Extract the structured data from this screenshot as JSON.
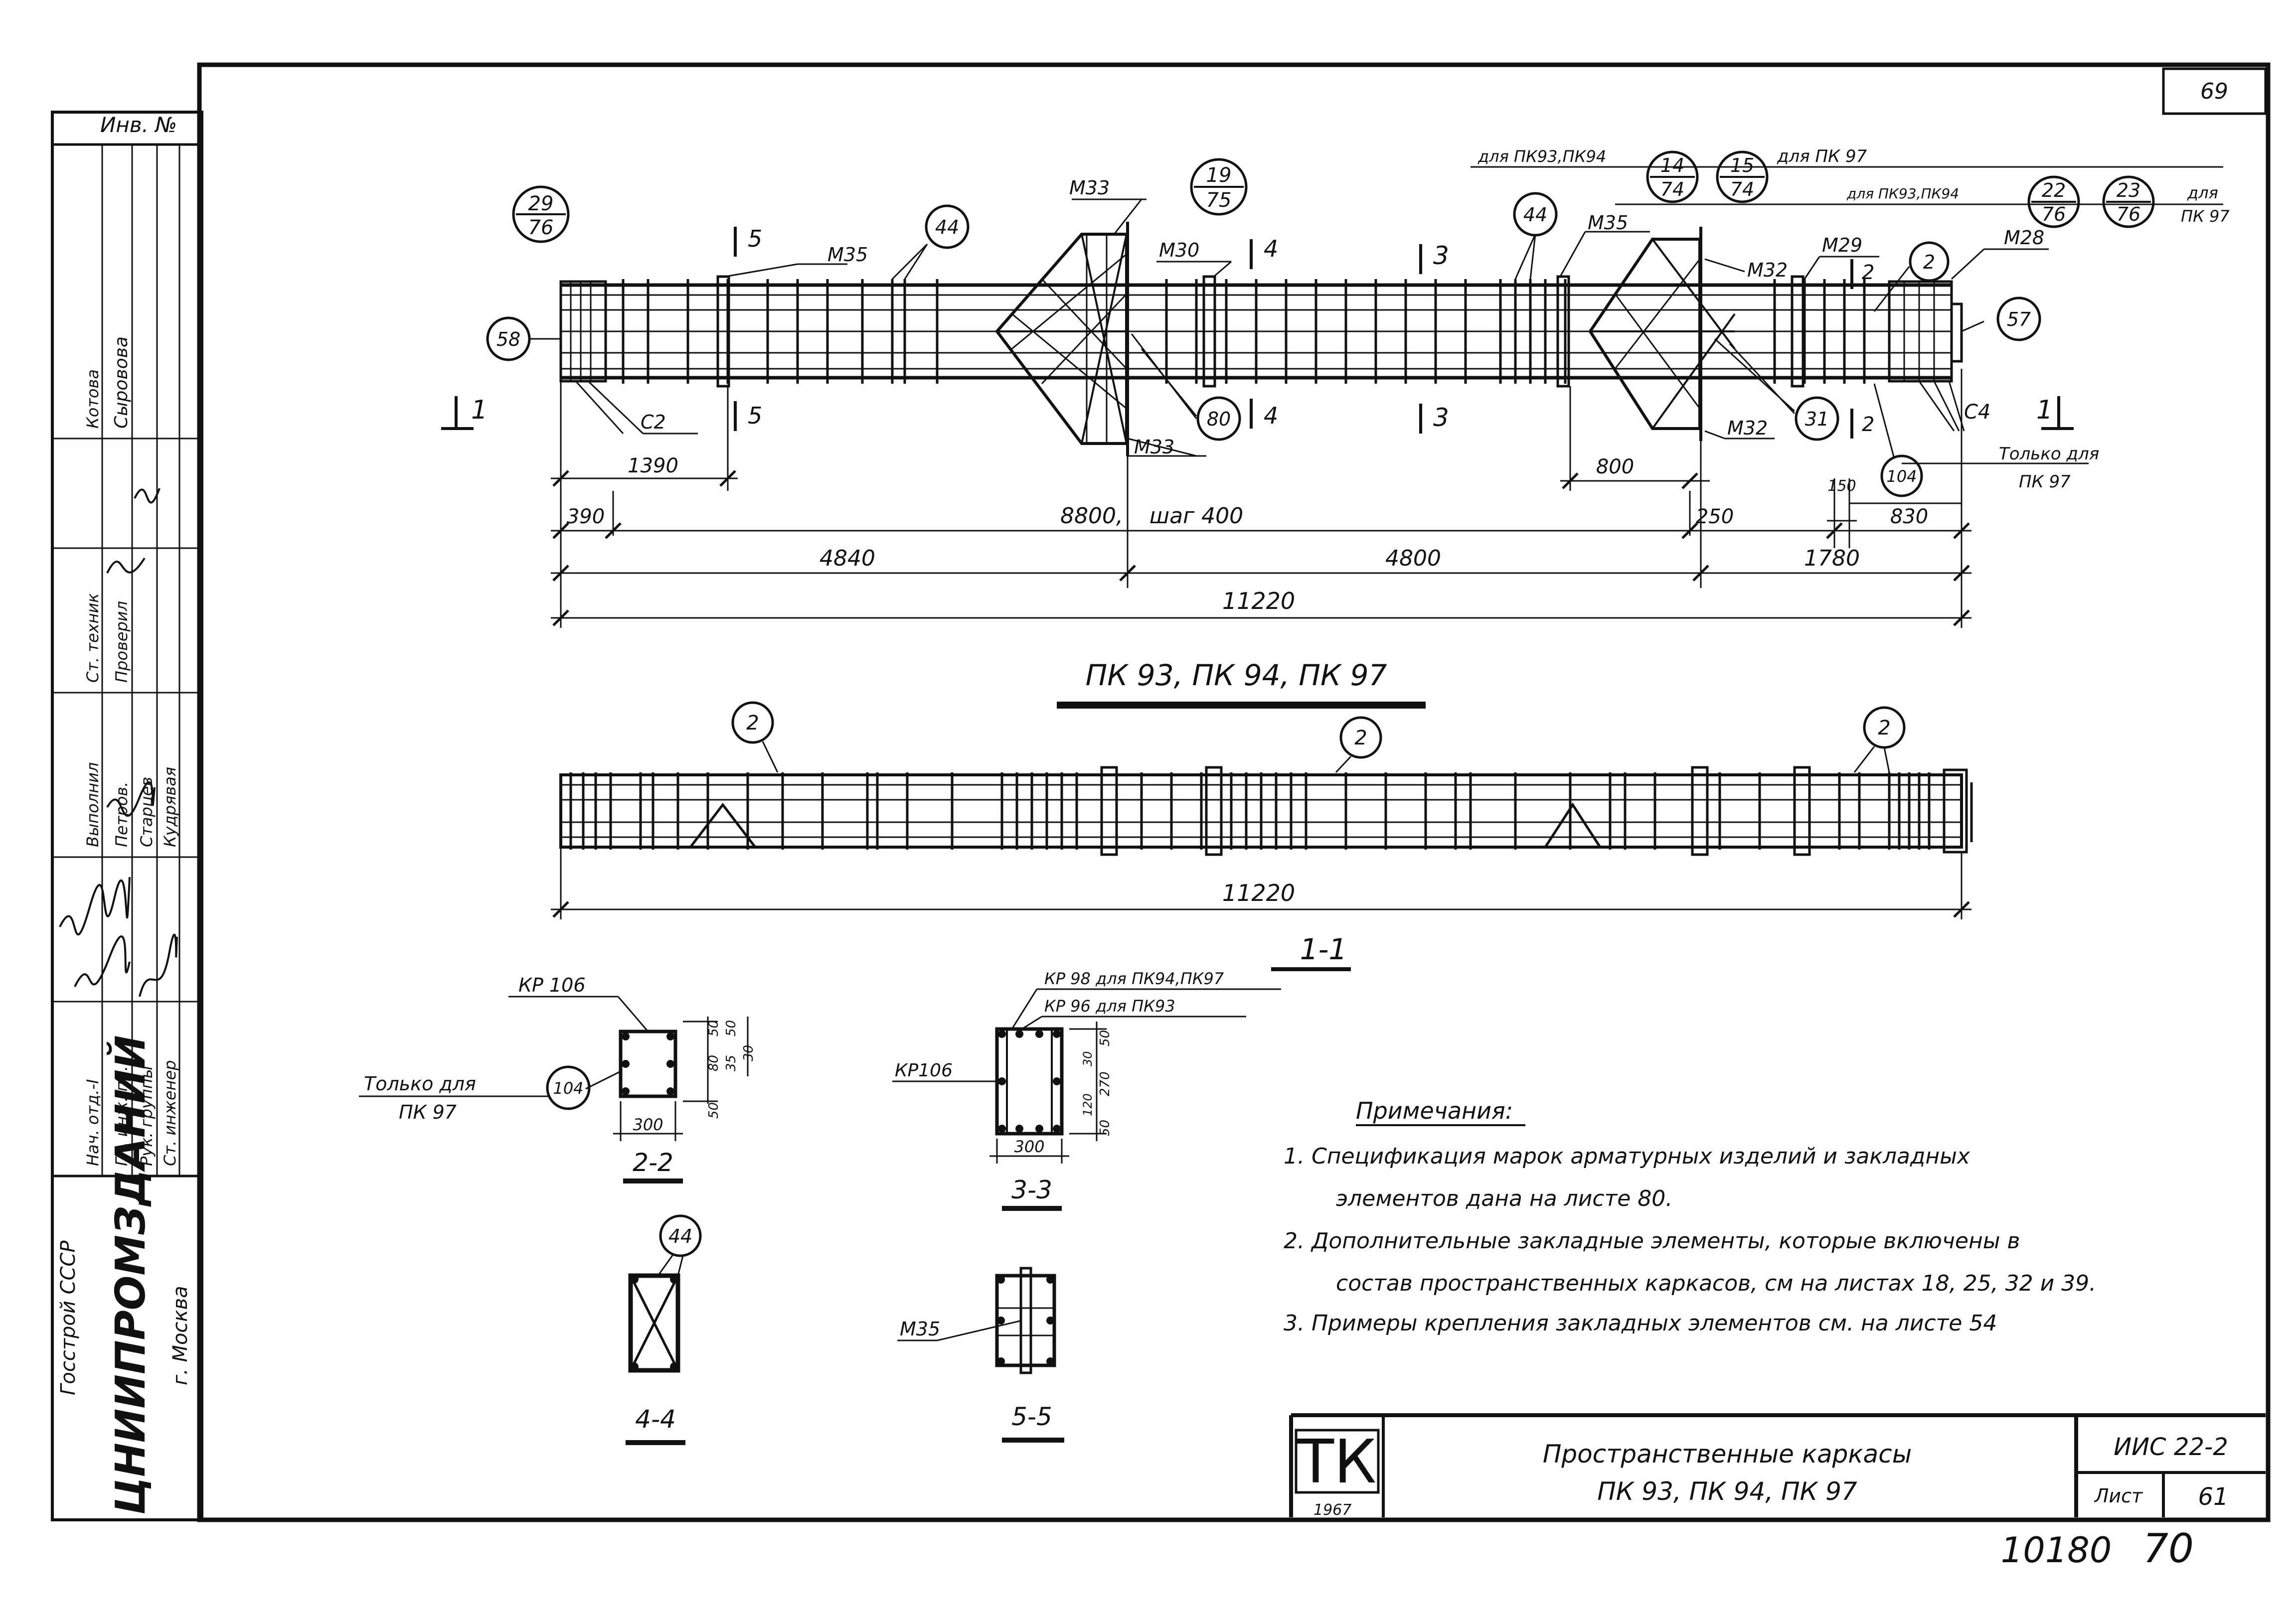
{
  "sheet": {
    "page_no": "69",
    "sheet_no": "61",
    "series": "ИИС 22-2",
    "list_label": "Лист",
    "catalog_no": "10180",
    "catalog_page": "70",
    "tk": "ТК",
    "tk_year": "1967"
  },
  "title_block": {
    "title_line1": "Пространственные каркасы",
    "title_line2": "ПК 93, ПК 94, ПК 97"
  },
  "side_stamp": {
    "inv": "Инв. №",
    "org1": "Госстрой СССР",
    "org2": "ЦНИИПРОМЗДАНИЙ",
    "org3": "г. Москва",
    "roles": [
      "Нач. отд.-I",
      "Гл. инж. пр.",
      "Рук. группы",
      "Ст. инженер",
      "Выполнил",
      "Ст. техник",
      "Проверил"
    ],
    "names": [
      "Петров.",
      "Старцев",
      "Кудрявая",
      "Котова",
      "Сыровова"
    ]
  },
  "main_view": {
    "title": "ПК 93, ПК 94, ПК 97",
    "labels": {
      "m35": "М35",
      "m33_top": "М33",
      "m33_bot": "М33",
      "m30": "М30",
      "m35b": "М35",
      "m32_top": "М32",
      "m32_bot": "М32",
      "m29": "М29",
      "m28": "М28",
      "c2": "С2",
      "c4": "С4",
      "only_pk97_1": "Только для",
      "only_pk97_2": "ПК 97",
      "for_pk9394_a": "для ПК93,ПК94",
      "for_pk97_a": "для ПК 97",
      "for_pk9394_b": "для ПК93,ПК94",
      "for_pk97_b": "для",
      "for_pk97_b2": "ПК 97"
    },
    "section_marks": {
      "s1": "1",
      "s2": "2",
      "s3": "3",
      "s4": "4",
      "s5": "5"
    },
    "callouts": {
      "c29": "29",
      "c76a": "76",
      "c19": "19",
      "c75": "75",
      "c14": "14",
      "c74a": "74",
      "c15": "15",
      "c74b": "74",
      "c22": "22",
      "c76b": "76",
      "c23": "23",
      "c76c": "76",
      "c58": "58",
      "c44a": "44",
      "c44b": "44",
      "c80": "80",
      "c2": "2",
      "c31": "31",
      "c104": "104",
      "c57": "57"
    },
    "dims": {
      "d1390": "1390",
      "d390": "390",
      "d8800": "8800,",
      "step": "шаг 400",
      "d800": "800",
      "d250": "250",
      "d150": "150",
      "d830": "830",
      "d4840": "4840",
      "d4800": "4800",
      "d1780": "1780",
      "d11220": "11220"
    }
  },
  "plan_view": {
    "callouts": {
      "a": "2",
      "b": "2",
      "c": "2"
    },
    "dim_total": "11220",
    "section_title": "1-1"
  },
  "sections": {
    "s22": {
      "title": "2-2",
      "kp": "КР 106",
      "only1": "Только для",
      "only2": "ПК 97",
      "callout": "104",
      "width": "300",
      "d_top": "50",
      "d_mid": "80",
      "d_a": "50",
      "d_b": "35",
      "d_c": "30",
      "d_bot": "50"
    },
    "s33": {
      "title": "3-3",
      "kp98": "КР 98 для ПК94,ПК97",
      "kp96": "КР 96 для ПК93",
      "kp106": "КР106",
      "width": "300",
      "d_top": "50",
      "d_mid": "270",
      "d_bot": "50",
      "d_a": "120",
      "d_b": "30"
    },
    "s44": {
      "title": "4-4",
      "callout": "44"
    },
    "s55": {
      "title": "5-5",
      "m35": "М35"
    }
  },
  "notes": {
    "heading": "Примечания:",
    "n1a": "1.  Спецификация  марок  арматурных  изделий  и закладных",
    "n1b": "элементов  дана  на листе  80.",
    "n2a": "2.  Дополнительные  закладные  элементы, которые включены в",
    "n2b": "состав  пространственных  каркасов, см на листах 18, 25, 32 и 39.",
    "n3": "3.  Примеры  крепления  закладных  элементов  см. на листе  54"
  }
}
